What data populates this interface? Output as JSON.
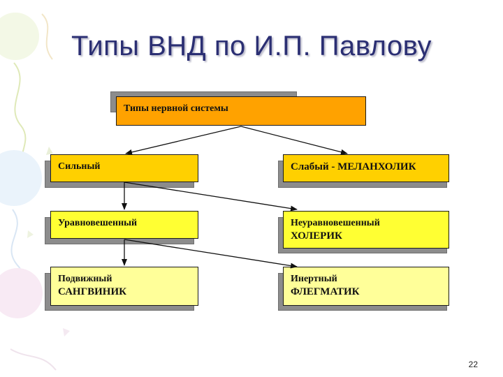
{
  "slide": {
    "title": "Типы ВНД по И.П. Павлову",
    "page_number": "22"
  },
  "diagram": {
    "root": {
      "label": "Типы нервной системы"
    },
    "strong": {
      "label": "Сильный"
    },
    "weak": {
      "label": "Слабый - МЕЛАНХОЛИК"
    },
    "balanced": {
      "label": "Уравновешенный"
    },
    "unbalanced": {
      "line1": "Неуравновешенный",
      "line2": "ХОЛЕРИК"
    },
    "mobile": {
      "line1": "Подвижный",
      "line2": "САНГВИНИК"
    },
    "inert": {
      "line1": "Инертный",
      "line2": "ФЛЕГМАТИК"
    }
  }
}
